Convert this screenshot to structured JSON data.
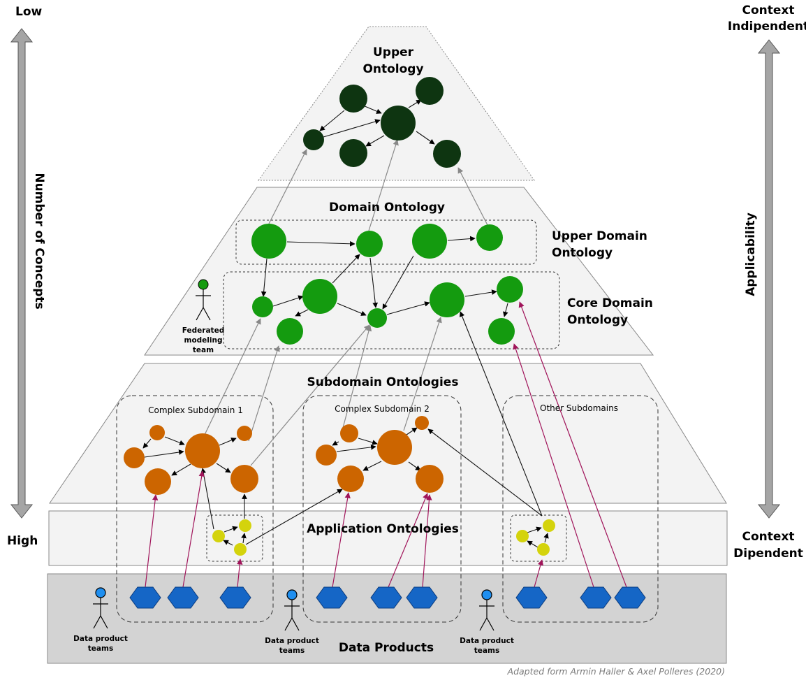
{
  "left_axis": {
    "top_label": "Low",
    "bottom_label": "High",
    "title": "Number of Concepts"
  },
  "right_axis": {
    "top_label_line1": "Context",
    "top_label_line2": "Indipendent",
    "bottom_label_line1": "Context",
    "bottom_label_line2": "Dipendent",
    "title": "Applicability"
  },
  "layers": {
    "upper": {
      "title_line1": "Upper",
      "title_line2": "Ontology"
    },
    "domain": {
      "title": "Domain Ontology",
      "upper_domain_line1": "Upper Domain",
      "upper_domain_line2": "Ontology",
      "core_domain_line1": "Core Domain",
      "core_domain_line2": "Ontology"
    },
    "subdomain": {
      "title": "Subdomain Ontologies",
      "box1": "Complex Subdomain 1",
      "box2": "Complex Subdomain 2",
      "box3": "Other Subdomains"
    },
    "application": {
      "title": "Application Ontologies"
    },
    "data_products": {
      "title": "Data Products"
    }
  },
  "actors": {
    "federated": {
      "line1": "Federated",
      "line2": "modeling",
      "line3": "team"
    },
    "dp_teams": {
      "line1": "Data product",
      "line2": "teams"
    }
  },
  "credit": "Adapted form Armin Haller & Axel Polleres (2020)",
  "colors": {
    "upper_node": "#0e3511",
    "domain_node": "#149b0f",
    "subdomain_node": "#cc6500",
    "application_node": "#d4d30c",
    "data_product": "#1566c6",
    "actor_head": "#1f8ff0",
    "link_magenta": "#a0145a"
  }
}
